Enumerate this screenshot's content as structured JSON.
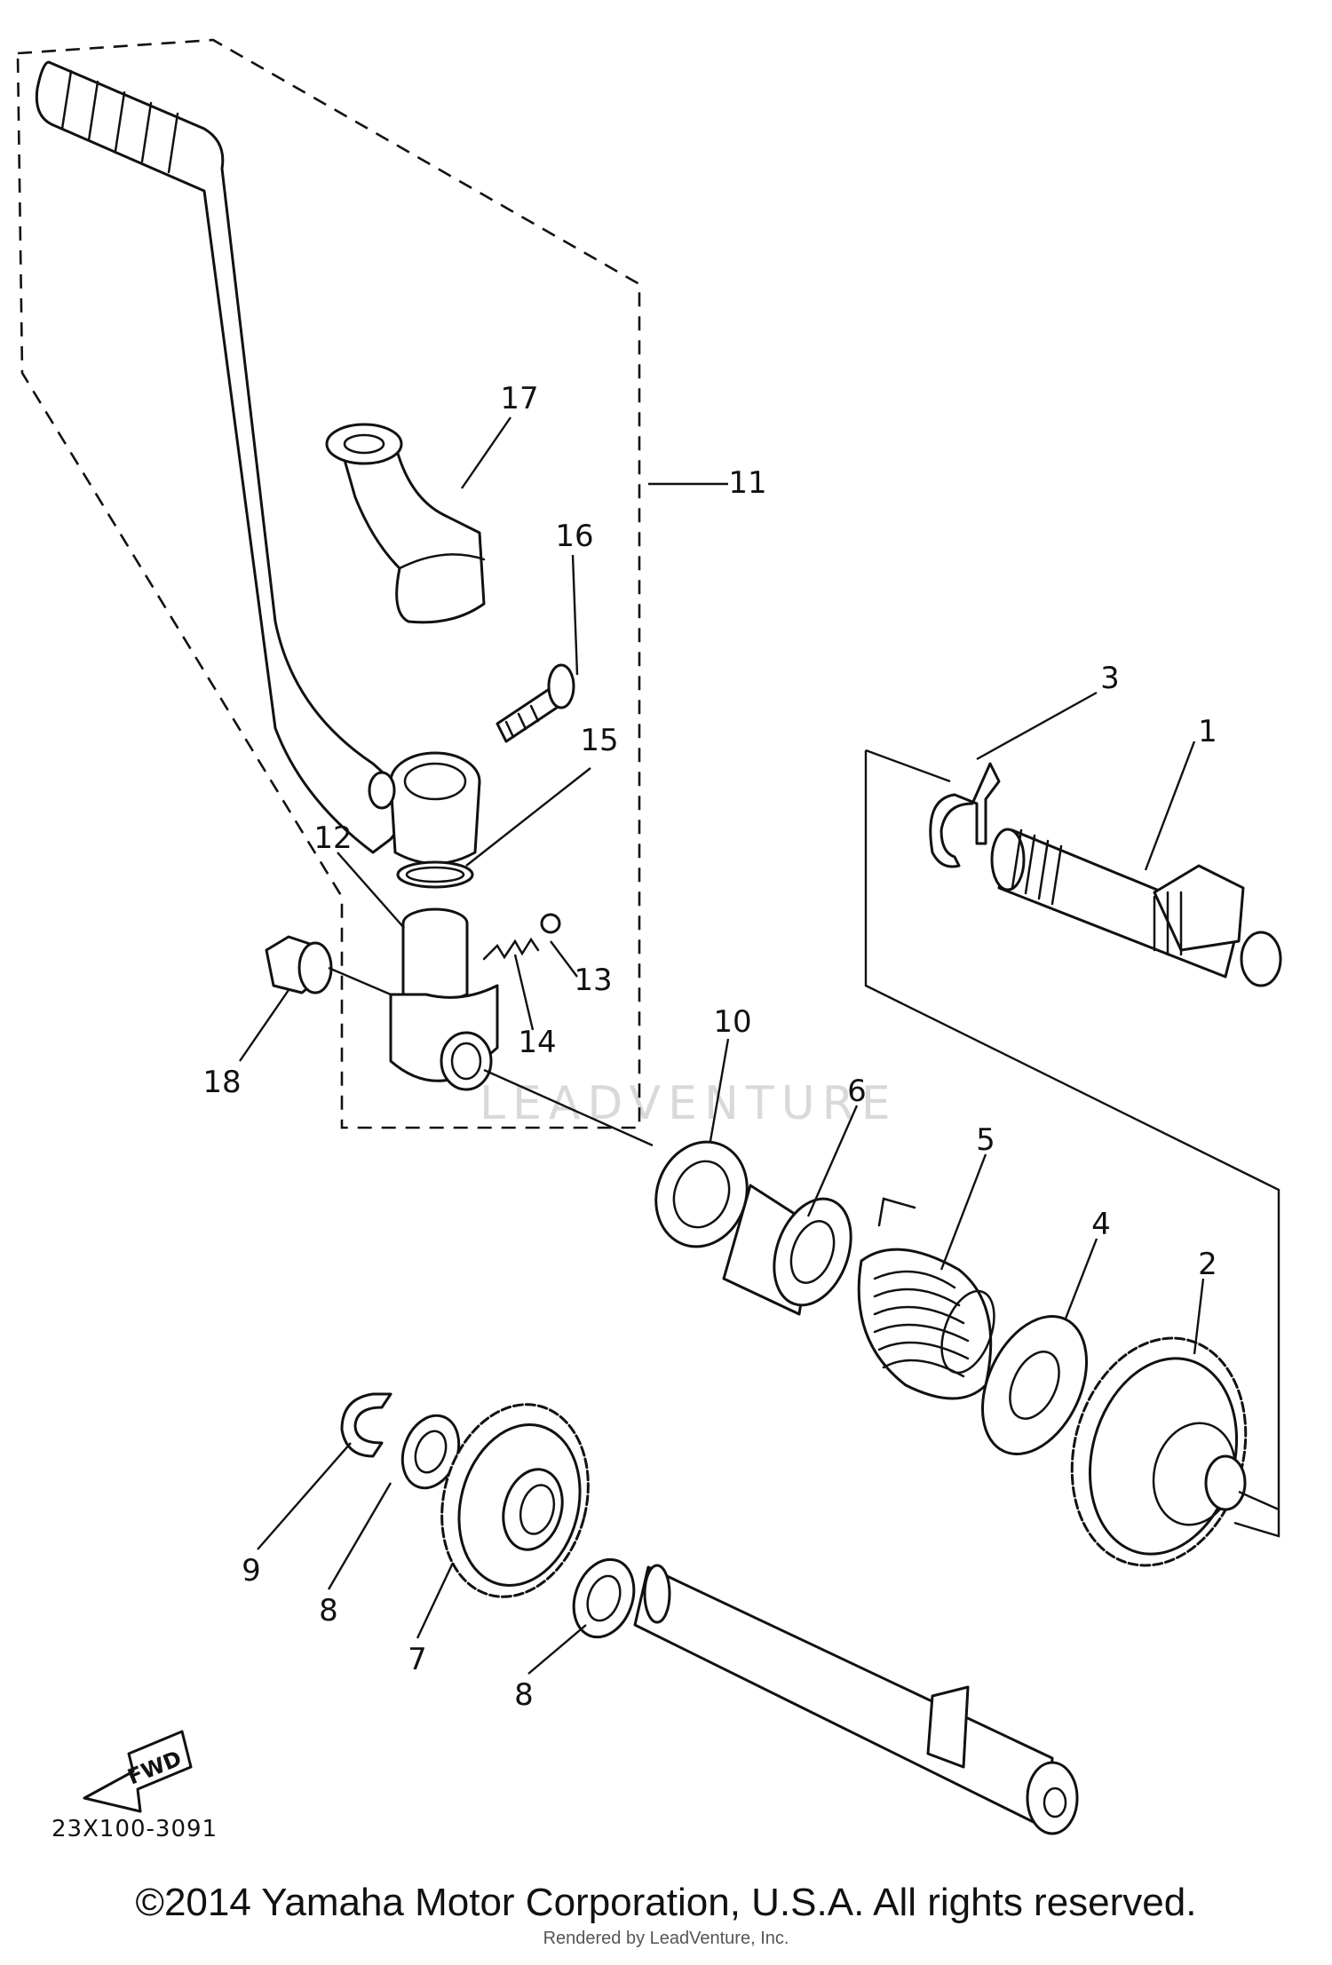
{
  "labels": {
    "p1": "1",
    "p2": "2",
    "p3": "3",
    "p4": "4",
    "p5": "5",
    "p6": "6",
    "p7": "7",
    "p8a": "8",
    "p8b": "8",
    "p9": "9",
    "p10": "10",
    "p11": "11",
    "p12": "12",
    "p13": "13",
    "p14": "14",
    "p15": "15",
    "p16": "16",
    "p17": "17",
    "p18": "18"
  },
  "fwd_label": "FWD",
  "diagram_code": "23X100-3091",
  "watermark": "LEADVENTURE",
  "copyright": "©2014 Yamaha Motor Corporation, U.S.A. All rights reserved.",
  "rendered_by": "Rendered by LeadVenture, Inc."
}
